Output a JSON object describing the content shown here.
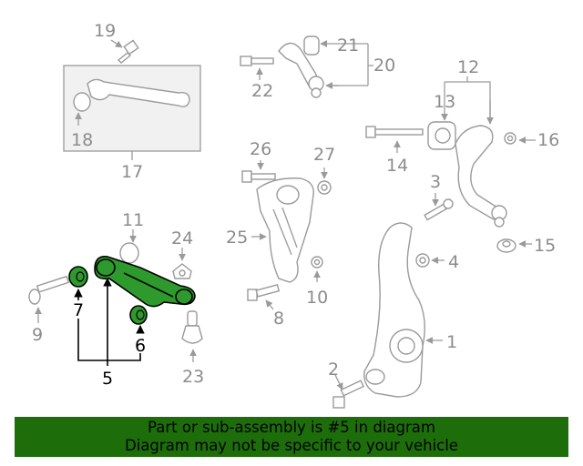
{
  "colors": {
    "highlight": "#2e9a2e",
    "banner": "#1d6e0a",
    "part_outline": "#9a9a9a",
    "label_gray": "#8c8c8c"
  },
  "callouts": {
    "c1": "1",
    "c2": "2",
    "c3": "3",
    "c4": "4",
    "c5": "5",
    "c6": "6",
    "c7": "7",
    "c8": "8",
    "c9": "9",
    "c10": "10",
    "c11": "11",
    "c12": "12",
    "c13": "13",
    "c14": "14",
    "c15": "15",
    "c16": "16",
    "c17": "17",
    "c18": "18",
    "c19": "19",
    "c20": "20",
    "c21": "21",
    "c22": "22",
    "c23": "23",
    "c24": "24",
    "c25": "25",
    "c26": "26",
    "c27": "27"
  },
  "highlighted_part": "5",
  "banner": {
    "line1": "Part or sub-assembly is #5 in diagram",
    "line2": "Diagram may not be specific to your vehicle"
  }
}
